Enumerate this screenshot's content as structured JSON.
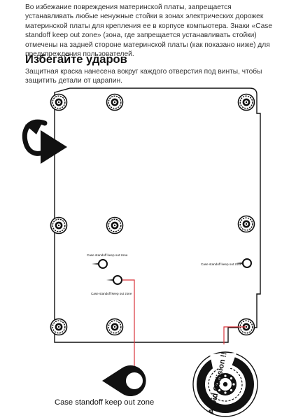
{
  "intro_text": "Во избежание повреждения материнской платы, запрещается устанавливать любые ненужные стойки в зонах электрических дорожек материнской платы для крепления ее в корпусе компьютера. Знаки «Case standoff keep out zone» (зона, где запрещается устанавливать стойки) отмечены на задней стороне материнской платы (как показано ниже) для предупреждения пользователей.",
  "section_title": "Избегайте ударов",
  "section_text": "Защитная краска нанесена вокруг каждого отверстия под винты, чтобы защитить детали от царапин.",
  "keepout_label": "Case standoff keep out zone",
  "keepout_small_label": "Case standoff keep out zone",
  "avoid_collision_label": "Avoid Collision !!",
  "colors": {
    "ink": "#111111",
    "callout_line": "#d9343b"
  }
}
